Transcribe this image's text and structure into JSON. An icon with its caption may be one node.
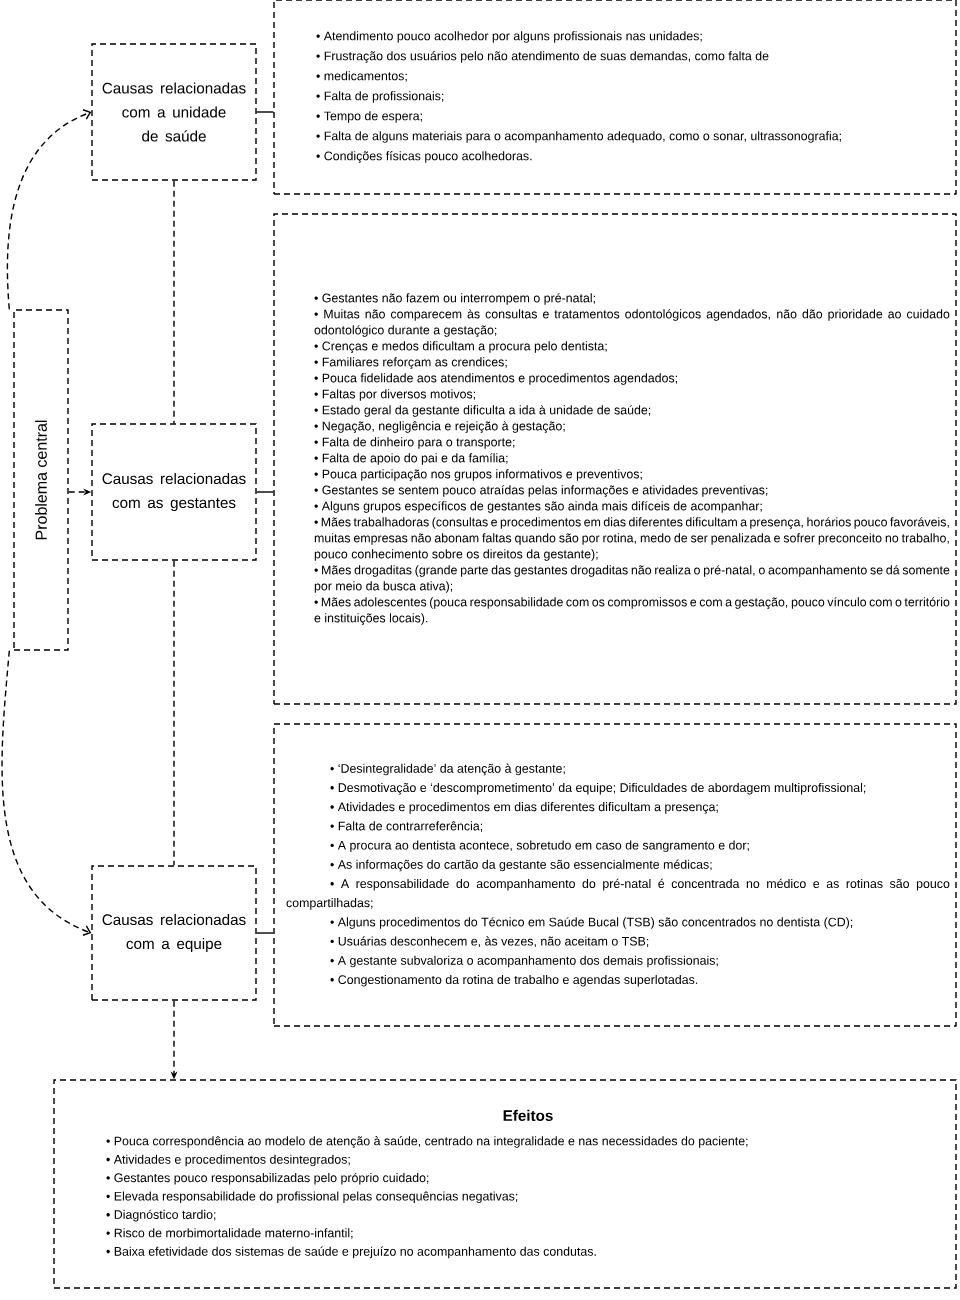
{
  "diagram": {
    "nodes": [
      {
        "text": [
          "Problema central"
        ]
      },
      {
        "text": [
          "Causas relacionadas com a unidade de saúde"
        ]
      },
      {
        "text": [
          "Causas relacionadas com as gestantes"
        ]
      },
      {
        "text": [
          "Causas relacionadas com a equipe"
        ]
      },
      {
        "text": [
          "• Atendimento pouco acolhedor por alguns profissionais nas unidades;",
          "• Frustração dos usuários pelo não atendimento de suas demandas, como falta de",
          "• medicamentos;",
          "• Falta de profissionais;",
          "• Tempo de espera;",
          "• Falta de alguns materiais para o acompanhamento adequado, como o sonar, ultrassonografia;",
          "• Condições físicas pouco acolhedoras."
        ]
      },
      {
        "text": [
          "• Gestantes não fazem ou interrompem o pré-natal;",
          "• Muitas não comparecem às consultas e tratamentos odontológicos agendados, não dão prioridade ao cuidado odontológico durante a gestação;",
          "• Crenças e medos dificultam a procura pelo dentista;",
          "• Familiares reforçam as crendices;",
          "• Pouca fidelidade aos atendimentos e procedimentos agendados;",
          "• Faltas por diversos motivos;",
          "• Estado geral da gestante dificulta a ida à unidade de saúde;",
          "• Negação, negligência e rejeição à gestação;",
          "• Falta de dinheiro para o transporte;",
          "• Falta de apoio do pai e da família;",
          "• Pouca participação nos grupos informativos e preventivos;",
          "• Gestantes se sentem pouco atraídas pelas informações e atividades preventivas;",
          "• Alguns grupos específicos de gestantes são ainda mais difíceis de acompanhar;",
          "• Mães trabalhadoras (consultas e procedimentos em dias diferentes dificultam a presença, horários pouco favoráveis, muitas empresas não abonam faltas quando são por rotina, medo de ser penalizada e sofrer preconceito no trabalho, pouco conhecimento sobre os direitos da gestante);",
          "• Mães drogaditas (grande parte das gestantes drogaditas não realiza o pré-natal, o acompanhamento se dá somente por meio da busca ativa);",
          "• Mães adolescentes (pouca responsabilidade com os compromissos e com a gestação, pouco vínculo com o território e instituições locais)."
        ]
      },
      {
        "text": [
          "• ‘Desintegralidade’ da atenção à gestante;",
          "• Desmotivação e ‘descomprometimento’ da equipe; Dificuldades de abordagem multiprofissional;",
          "• Atividades e procedimentos em dias diferentes dificultam a presença;",
          "• Falta de contrarreferência;",
          "• A procura ao dentista acontece, sobretudo em caso de sangramento e dor;",
          "• As informações do cartão da gestante são essencialmente médicas;",
          "• A responsabilidade do acompanhamento do pré-natal é concentrada no médico e as rotinas são pouco compartilhadas;",
          "• Alguns procedimentos do Técnico em Saúde Bucal (TSB) são concentrados no dentista (CD);",
          "• Usuárias desconhecem e, às vezes, não aceitam o TSB;",
          "• A gestante subvaloriza o acompanhamento dos demais profissionais;",
          "• Congestionamento da rotina de trabalho e agendas superlotadas."
        ]
      },
      {
        "text": [
          "Efeitos",
          "• Pouca correspondência ao modelo de atenção à saúde, centrado na integralidade e nas necessidades do paciente;",
          "• Atividades e procedimentos desintegrados;",
          "• Gestantes pouco responsabilizadas pelo próprio cuidado;",
          "• Elevada responsabilidade do profissional pelas consequências negativas;",
          "• Diagnóstico tardio;",
          "• Risco de morbimortalidade materno-infantil;",
          "• Baixa efetividade dos sistemas de saúde e prejuízo no acompanhamento das condutas."
        ]
      }
    ],
    "edges": [
      {
        "from": 0,
        "to": 1,
        "arrow": "to",
        "style": "dashed"
      },
      {
        "from": 0,
        "to": 2,
        "arrow": "to",
        "style": "dashed"
      },
      {
        "from": 0,
        "to": 3,
        "arrow": "to",
        "style": "dashed"
      },
      {
        "from": 1,
        "to": 4,
        "arrow": "none"
      },
      {
        "from": 2,
        "to": 5,
        "arrow": "none"
      },
      {
        "from": 3,
        "to": 6,
        "arrow": "none"
      },
      {
        "from": 1,
        "to": 2,
        "arrow": "none",
        "style": "dashed"
      },
      {
        "from": 2,
        "to": 3,
        "arrow": "none",
        "style": "dashed"
      },
      {
        "from": 3,
        "to": 7,
        "arrow": "to",
        "style": "dashed"
      }
    ]
  }
}
